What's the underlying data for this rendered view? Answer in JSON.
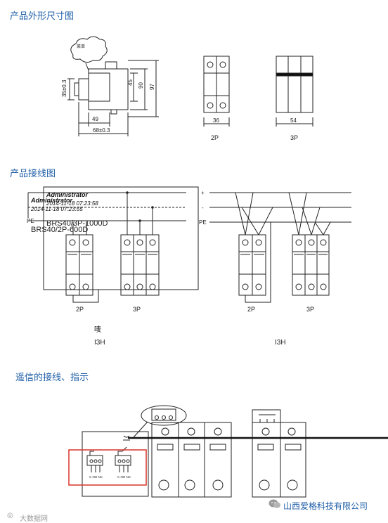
{
  "headings": {
    "dimensions": "产品外形尺寸图",
    "wiring": "产品接线图",
    "signal": "遥信的接线、指示"
  },
  "dimension_view": {
    "cloud_label": "菜单",
    "dim_35": "35±0.3",
    "dim_45": "45",
    "dim_90": "90",
    "dim_97": "97",
    "dim_49": "49",
    "dim_68": "68±0.3",
    "width_2p": "36",
    "width_3p": "54",
    "label_2p": "2P",
    "label_3p": "3P"
  },
  "wiring_view": {
    "annotation_user1": "Administrator",
    "annotation_date1": "2014-11-18 07:23:58",
    "annotation_user2": "Administrator",
    "annotation_date2": "2014-11-18 07:23:55",
    "model_3p": "BRS40/3P-1000D",
    "model_2p": "BRS40/2P-600D",
    "rail_plus": "+",
    "rail_minus": "-",
    "rail_pe_left": "PE",
    "rail_pe_right": "PE",
    "label_left_2p": "2P",
    "label_left_3p": "3P",
    "label_right_2p": "2P",
    "label_right_3p": "3P",
    "garbled_1": "唛",
    "garbled_2": "I3H",
    "garbled_3": "I3H"
  },
  "signal_view": {
    "terminal_labels": "C NO NC"
  },
  "footer": {
    "company": "山西爱格科技有限公司",
    "watermark": "大数据网"
  },
  "colors": {
    "heading": "#1f5fa8",
    "highlight_box": "#d9342b",
    "line": "#222222"
  }
}
